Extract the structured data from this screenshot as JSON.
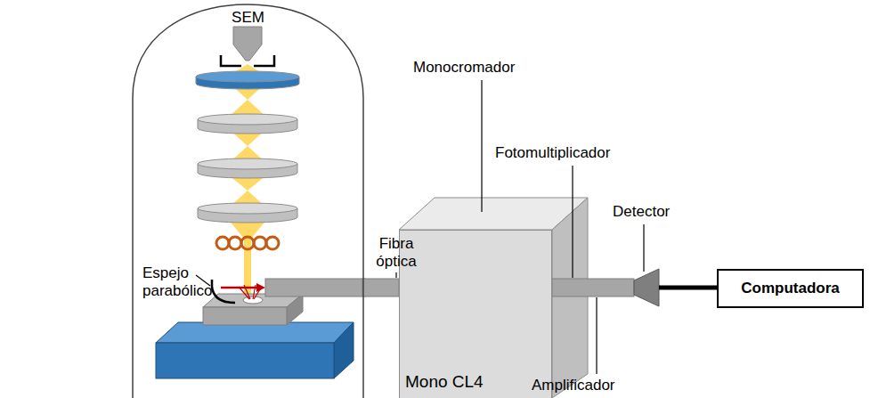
{
  "diagram": {
    "nodes": [
      {
        "text": [
          "SEM"
        ]
      },
      {
        "text": [
          "Mono CL4"
        ]
      },
      {
        "text": [
          "Computadora"
        ]
      }
    ],
    "edges": [
      {
        "from": 0,
        "to": 1,
        "arrow": "none"
      }
    ],
    "labels": [
      "Espejo parabólico",
      "Fibra óptica",
      "Monocromador",
      "Fotomultiplicador",
      "Detector",
      "Amplificador"
    ]
  }
}
